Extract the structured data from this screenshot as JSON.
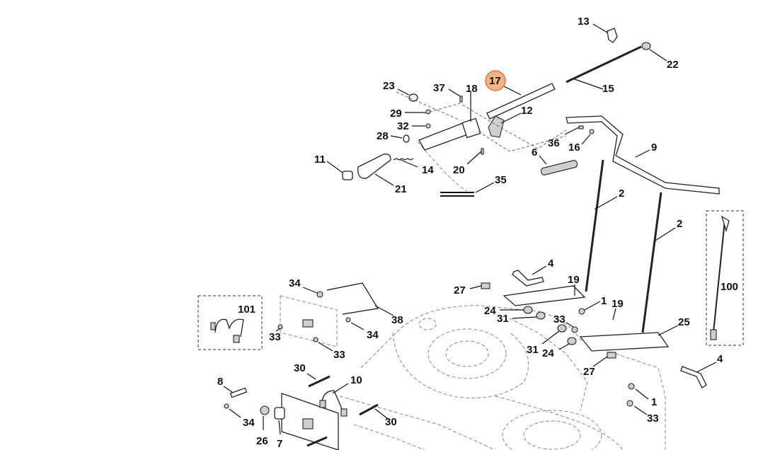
{
  "diagram": {
    "callouts": [
      {
        "id": "13",
        "text": "13"
      },
      {
        "id": "22",
        "text": "22"
      },
      {
        "id": "15",
        "text": "15"
      },
      {
        "id": "17",
        "text": "17"
      },
      {
        "id": "23",
        "text": "23"
      },
      {
        "id": "37",
        "text": "37"
      },
      {
        "id": "18",
        "text": "18"
      },
      {
        "id": "29",
        "text": "29"
      },
      {
        "id": "32",
        "text": "32"
      },
      {
        "id": "12",
        "text": "12"
      },
      {
        "id": "28",
        "text": "28"
      },
      {
        "id": "36",
        "text": "36"
      },
      {
        "id": "16",
        "text": "16"
      },
      {
        "id": "9",
        "text": "9"
      },
      {
        "id": "6",
        "text": "6"
      },
      {
        "id": "11",
        "text": "11"
      },
      {
        "id": "14",
        "text": "14"
      },
      {
        "id": "20",
        "text": "20"
      },
      {
        "id": "21",
        "text": "21"
      },
      {
        "id": "35",
        "text": "35"
      },
      {
        "id": "2a",
        "text": "2"
      },
      {
        "id": "2b",
        "text": "2"
      },
      {
        "id": "100",
        "text": "100"
      },
      {
        "id": "4a",
        "text": "4"
      },
      {
        "id": "34a",
        "text": "34"
      },
      {
        "id": "27a",
        "text": "27"
      },
      {
        "id": "19a",
        "text": "19"
      },
      {
        "id": "101",
        "text": "101"
      },
      {
        "id": "24a",
        "text": "24"
      },
      {
        "id": "31a",
        "text": "31"
      },
      {
        "id": "1a",
        "text": "1"
      },
      {
        "id": "19b",
        "text": "19"
      },
      {
        "id": "33a",
        "text": "33"
      },
      {
        "id": "38",
        "text": "38"
      },
      {
        "id": "33b",
        "text": "33"
      },
      {
        "id": "34b",
        "text": "34"
      },
      {
        "id": "25",
        "text": "25"
      },
      {
        "id": "33c",
        "text": "33"
      },
      {
        "id": "31b",
        "text": "31"
      },
      {
        "id": "24b",
        "text": "24"
      },
      {
        "id": "30a",
        "text": "30"
      },
      {
        "id": "27b",
        "text": "27"
      },
      {
        "id": "4b",
        "text": "4"
      },
      {
        "id": "8",
        "text": "8"
      },
      {
        "id": "10",
        "text": "10"
      },
      {
        "id": "1b",
        "text": "1"
      },
      {
        "id": "33d",
        "text": "33"
      },
      {
        "id": "34c",
        "text": "34"
      },
      {
        "id": "26",
        "text": "26"
      },
      {
        "id": "7",
        "text": "7"
      },
      {
        "id": "30b",
        "text": "30"
      }
    ],
    "highlighted": "17",
    "colors": {
      "highlight_fill": "#f4b183",
      "highlight_stroke": "#e07b39",
      "ink": "#111111"
    }
  }
}
